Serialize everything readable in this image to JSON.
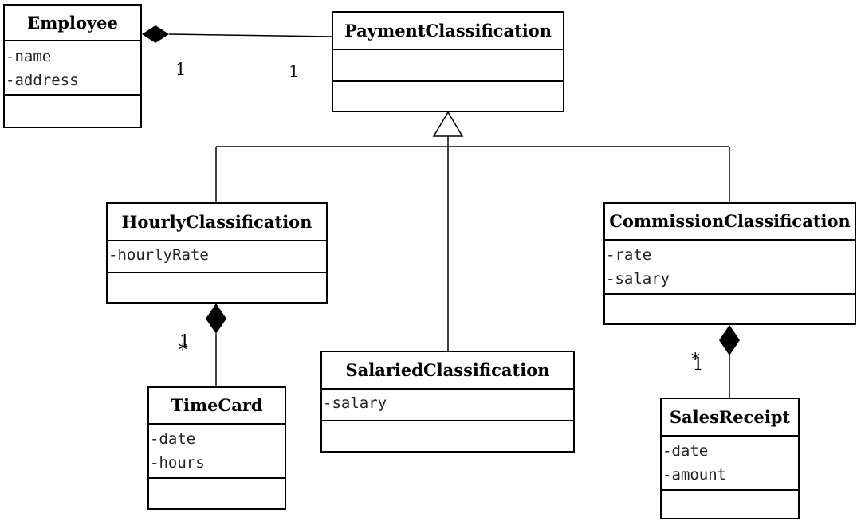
{
  "classes": {
    "employee": {
      "name": "Employee",
      "attributes": [
        "-name",
        "-address"
      ]
    },
    "payment": {
      "name": "PaymentClassification",
      "attributes": []
    },
    "hourly": {
      "name": "HourlyClassification",
      "attributes": [
        "-hourlyRate"
      ]
    },
    "salaried": {
      "name": "SalariedClassification",
      "attributes": [
        "-salary"
      ]
    },
    "commission": {
      "name": "CommissionClassification",
      "attributes": [
        "-rate",
        "-salary"
      ]
    },
    "timecard": {
      "name": "TimeCard",
      "attributes": [
        "-date",
        "-hours"
      ]
    },
    "salesreceipt": {
      "name": "SalesReceipt",
      "attributes": [
        "-date",
        "-amount"
      ]
    }
  },
  "multiplicities": {
    "employee_end": "1",
    "payment_end": "1",
    "hourly_timecard_one": "1",
    "hourly_timecard_many": "*",
    "commission_receipt_one": "1",
    "commission_receipt_many": "*"
  }
}
